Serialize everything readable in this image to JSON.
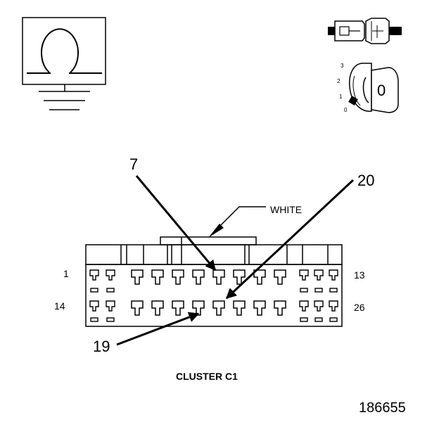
{
  "legend_icons": {
    "ohmmeter": "ohmmeter-ground-icon",
    "connector_test": "unplugged-connector-icon",
    "ignition": "ignition-switch-icon"
  },
  "ignition": {
    "positions": [
      "3",
      "2",
      "1",
      "0"
    ],
    "key_label": "0"
  },
  "connector": {
    "name": "CLUSTER C1",
    "wire_color": "WHITE",
    "row_labels": {
      "top_start": "1",
      "top_end": "13",
      "bottom_start": "14",
      "bottom_end": "26"
    },
    "callouts": [
      "7",
      "20",
      "19"
    ]
  },
  "figure_number": "186655"
}
